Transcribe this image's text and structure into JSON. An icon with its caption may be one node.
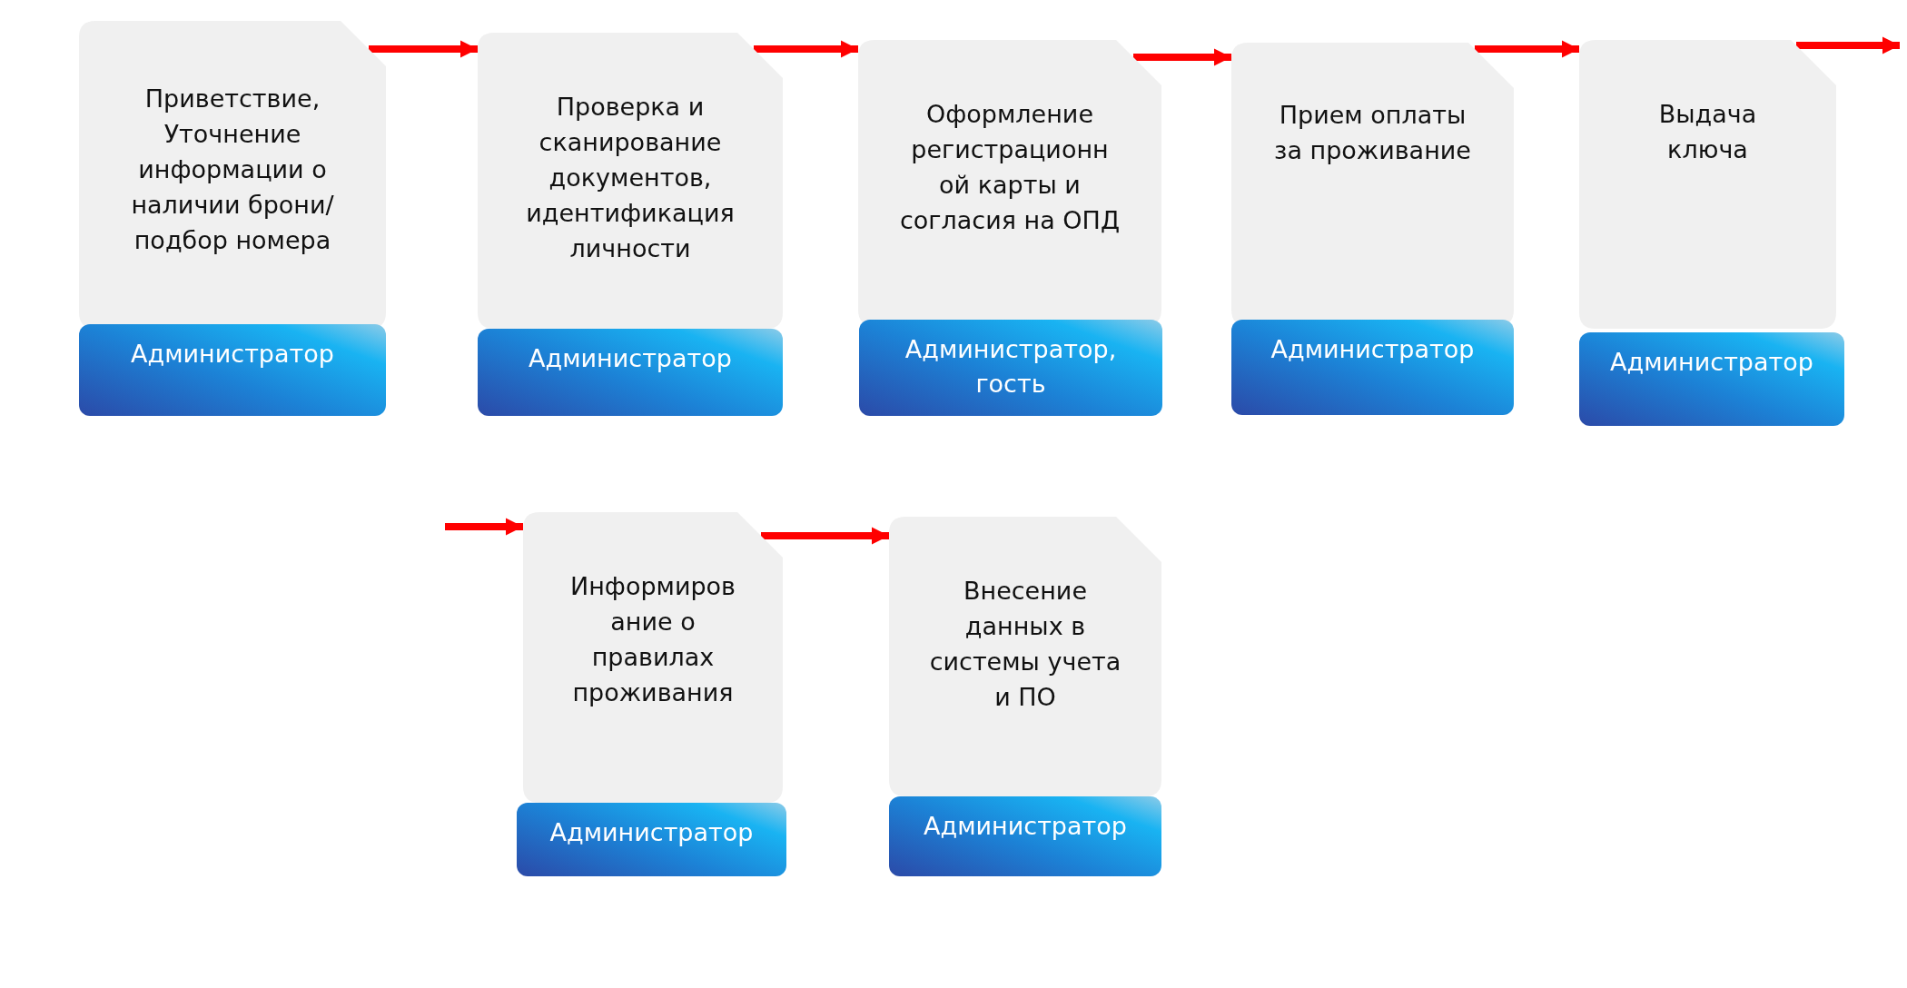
{
  "diagram": {
    "nodes": [
      {
        "text": [
          "Приветствие, Уточнение информации о наличии брони/подбор номера"
        ]
      },
      {
        "text": [
          "Администратор"
        ]
      },
      {
        "text": [
          "Проверка и сканирование документов, идентификация личности"
        ]
      },
      {
        "text": [
          "Администратор"
        ]
      },
      {
        "text": [
          "Оформление регистрационн ой карты и согласия на ОПД"
        ]
      },
      {
        "text": [
          "Администратор, гость"
        ]
      },
      {
        "text": [
          "Прием оплаты за проживание"
        ]
      },
      {
        "text": [
          "Администратор"
        ]
      },
      {
        "text": [
          "Выдача ключа"
        ]
      },
      {
        "text": [
          "Администратор"
        ]
      },
      {
        "text": [
          "Информиров ание о правилах проживания"
        ]
      },
      {
        "text": [
          "Администратор"
        ]
      },
      {
        "text": [
          "Внесение данных в системы учета и ПО"
        ]
      },
      {
        "text": [
          "Администратор"
        ]
      }
    ],
    "edges": [
      {
        "from": 0,
        "to": 2,
        "arrow": "to"
      },
      {
        "from": 2,
        "to": 4,
        "arrow": "to"
      },
      {
        "from": 4,
        "to": 6,
        "arrow": "to"
      },
      {
        "from": 6,
        "to": 8,
        "arrow": "to"
      },
      {
        "from": 8,
        "to": null,
        "arrow": "to"
      },
      {
        "from": null,
        "to": 10,
        "arrow": "to"
      },
      {
        "from": 10,
        "to": 12,
        "arrow": "to"
      }
    ]
  }
}
